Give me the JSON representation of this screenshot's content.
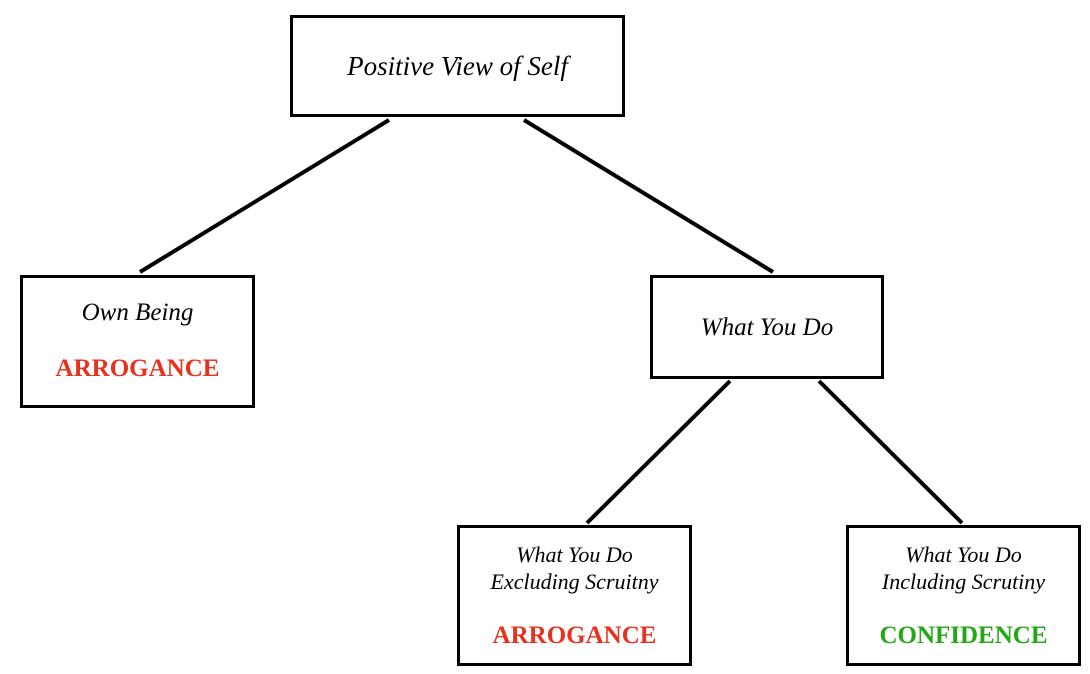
{
  "colors": {
    "arrogance": "#e8321e",
    "confidence": "#22a815",
    "line": "#000000"
  },
  "nodes": {
    "root": {
      "label": "Positive View of Self"
    },
    "own_being": {
      "label": "Own Being",
      "verdict": "ARROGANCE"
    },
    "what_you_do": {
      "label": "What You Do"
    },
    "excluding": {
      "line1": "What You Do",
      "line2": "Excluding Scruitny",
      "verdict": "ARROGANCE"
    },
    "including": {
      "line1": "What You Do",
      "line2": "Including Scrutiny",
      "verdict": "CONFIDENCE"
    }
  }
}
